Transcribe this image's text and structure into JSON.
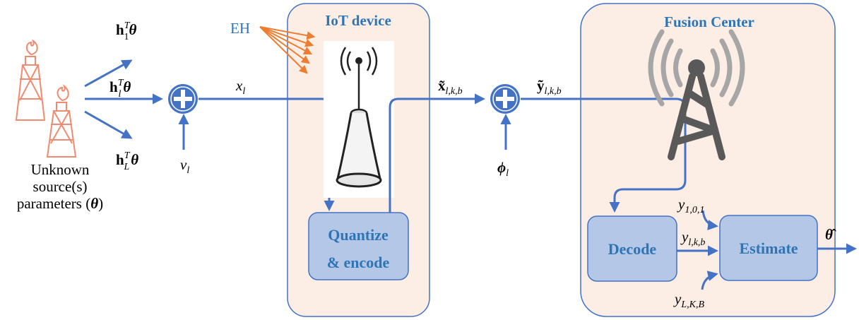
{
  "panels": {
    "iot": {
      "title": "IoT device"
    },
    "fusion": {
      "title": "Fusion Center"
    }
  },
  "blocks": {
    "quantize_line1": "Quantize",
    "quantize_line2": "& encode",
    "decode": "Decode",
    "estimate": "Estimate"
  },
  "labels": {
    "eh": "EH",
    "source_line1": "Unknown",
    "source_line2": "source(s)",
    "source_line3": "parameters (",
    "source_theta": "θ",
    "source_close": ")",
    "h1": {
      "base": "h",
      "sub": "1",
      "sup": "T",
      "theta": "θ"
    },
    "hl": {
      "base": "h",
      "sub": "l",
      "sup": "T",
      "theta": "θ"
    },
    "hL": {
      "base": "h",
      "sub": "L",
      "sup": "T",
      "theta": "θ"
    },
    "x_l": {
      "base": "x",
      "sub": "l"
    },
    "v_l": {
      "base": "v",
      "sub": "l"
    },
    "x_tilde": {
      "base": "x̃",
      "sub": "l,k,b"
    },
    "y_tilde": {
      "base": "ỹ",
      "sub": "l,k,b"
    },
    "phi_l": {
      "base": "ϕ",
      "sub": "l"
    },
    "y_101": {
      "base": "y",
      "sub": "1,0,1"
    },
    "y_lkb": {
      "base": "y",
      "sub": "l,k,b"
    },
    "y_LKB": {
      "base": "y",
      "sub": "L,K,B"
    },
    "theta_hat": "θ̂"
  },
  "colors": {
    "accent_blue": "#4472C4",
    "title_blue": "#2E75B6",
    "panel_fill": "#FCEEE4",
    "block_fill": "#B4C7E7",
    "eh_orange": "#ED7D31",
    "source_orange": "#F08A70",
    "tower_gray": "#595959"
  },
  "icons": [
    "fire-source-icon",
    "antenna-icon",
    "radio-tower-icon",
    "adder-icon",
    "arrow-icon"
  ]
}
